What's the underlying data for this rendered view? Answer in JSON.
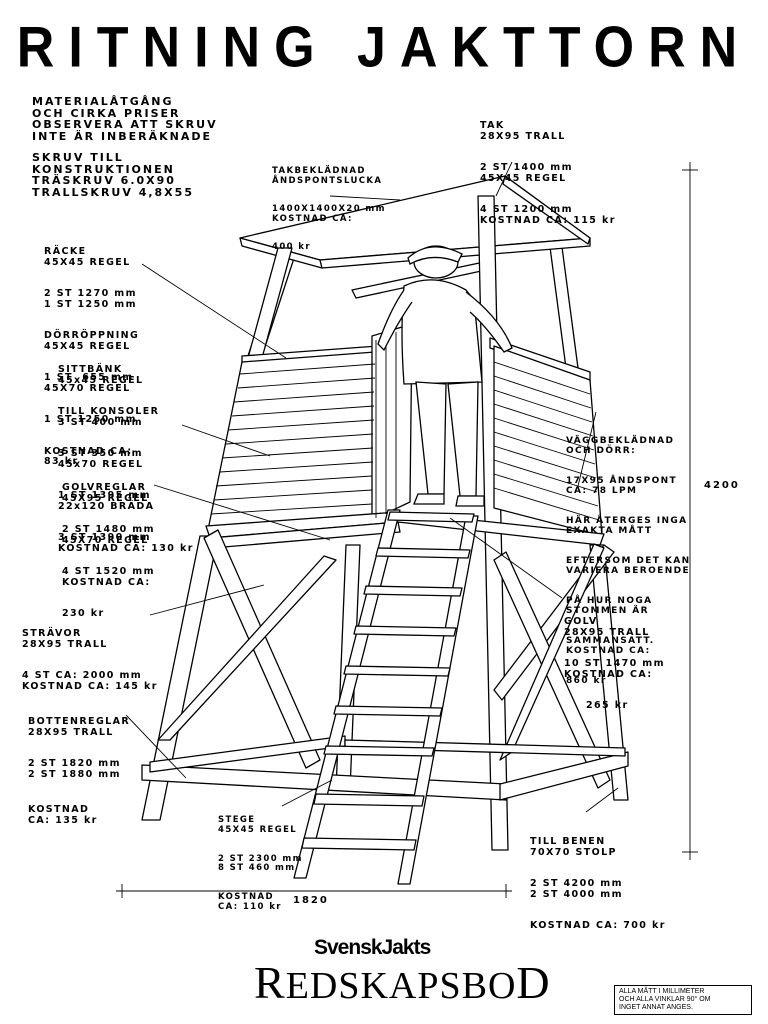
{
  "title": "RITNING JAKTTORN",
  "header_note": {
    "lines_a": [
      "MATERIALÅTGÅNG",
      "OCH CIRKA PRISER",
      "OBSERVERA ATT SKRUV",
      "INTE ÄR INBERÄKNADE"
    ],
    "lines_b": [
      "SKRUV TILL",
      "KONSTRUKTIONEN",
      "TRÄSKRUV 6.0X90",
      "TRALLSKRUV 4,8X55"
    ]
  },
  "labels": {
    "tak": [
      "TAK",
      "28X95 TRALL",
      "2 ST 1400 mm",
      "45X45 REGEL",
      "4 ST 1200 mm",
      "KOSTNAD CA: 115 kr"
    ],
    "takbekladnad": [
      "TAKBEKLÄDNAD",
      "ÅNDSPONTSLUCKA",
      "1400X1400X20 mm",
      "KOSTNAD CA:",
      "400 kr"
    ],
    "racke": [
      "RÄCKE",
      "45X45 REGEL",
      "2 ST 1270 mm",
      "1 ST 1250 mm",
      "DÖRRÖPPNING",
      "45X45 REGEL",
      "1 ST  655 mm",
      "45X70 REGEL",
      "1 ST 1250 mm",
      "",
      "KOSTNAD CA:",
      "83 kr"
    ],
    "sittbank": [
      "SITTBÄNK",
      "45x45 REGEL",
      "TILL KONSOLER",
      "3 ST 400 mm",
      "3 ST 350 mm",
      "45x70 REGEL",
      "1 ST 1395 mm",
      "22x120 BRÄDA",
      "3 ST 1390 mm",
      "KOSTNAD CA: 130 kr"
    ],
    "vaggbekladnad": [
      "VÄGGBEKLÄDNAD",
      "OCH DÖRR:",
      "17X95 ÅNDSPONT",
      "CA: 78 LPM",
      "HÄR ÅTERGES INGA",
      "EXAKTA MÅTT",
      "EFTERSOM DET KAN",
      "VARIERA BEROENDE",
      "PÅ HUR NOGA",
      "STOMMEN ÄR",
      "SAMMANSATT.",
      "KOSTNAD CA:",
      "860 kr"
    ],
    "golvreglar": [
      "GOLVREGLAR",
      "45X95 REGEL",
      "2 ST 1480 mm",
      "45X70 REGEL",
      "4 ST 1520 mm",
      "KOSTNAD CA:",
      "230 kr"
    ],
    "golv": [
      "GOLV",
      "28X95 TRALL",
      "10 ST 1470 mm",
      "KOSTNAD CA:",
      "265 kr"
    ],
    "stravor": [
      "STRÄVOR",
      "28X95 TRALL",
      "4 ST CA: 2000 mm",
      "KOSTNAD CA: 145 kr"
    ],
    "bottenreglar": [
      "BOTTENREGLAR",
      "28X95 TRALL",
      "2 ST 1820 mm",
      "2 ST 1880 mm",
      "KOSTNAD",
      "CA: 135 kr"
    ],
    "stege": [
      "STEGE",
      "45X45 REGEL",
      "2 ST 2300 mm",
      "8 ST 460 mm",
      "KOSTNAD",
      "CA: 110 kr"
    ],
    "till_benen": [
      "TILL BENEN",
      "70X70 STOLP",
      "2 ST 4200 mm",
      "2 ST 4000 mm",
      "KOSTNAD CA: 700 kr"
    ]
  },
  "dimensions": {
    "height": "4200",
    "width": "1820"
  },
  "brand": {
    "top": "SvenskJakts",
    "first": "R",
    "rest": "EDSKAPSBO",
    "last": "D"
  },
  "footnote": [
    "ALLA MÅTT I MILLIMETER",
    "OCH ALLA VINKLAR 90° OM",
    "INGET ANNAT ANGES."
  ]
}
